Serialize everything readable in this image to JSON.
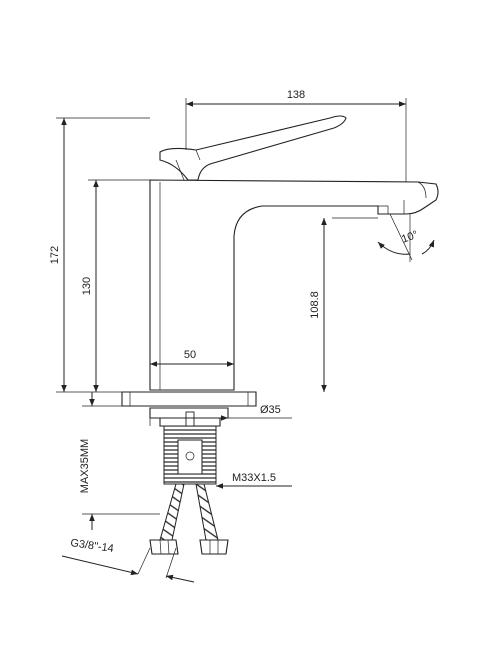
{
  "dimensions": {
    "spout_reach": "138",
    "total_height": "172",
    "body_height": "130",
    "spout_height": "108.8",
    "body_width": "50",
    "base_diameter": "Ø35",
    "spout_angle": "10°",
    "max_counter_thickness": "MAX35MM",
    "mount_thread": "M33X1.5",
    "hose_thread": "G3/8\"-14"
  },
  "colors": {
    "line": "#222222",
    "background": "#ffffff"
  }
}
